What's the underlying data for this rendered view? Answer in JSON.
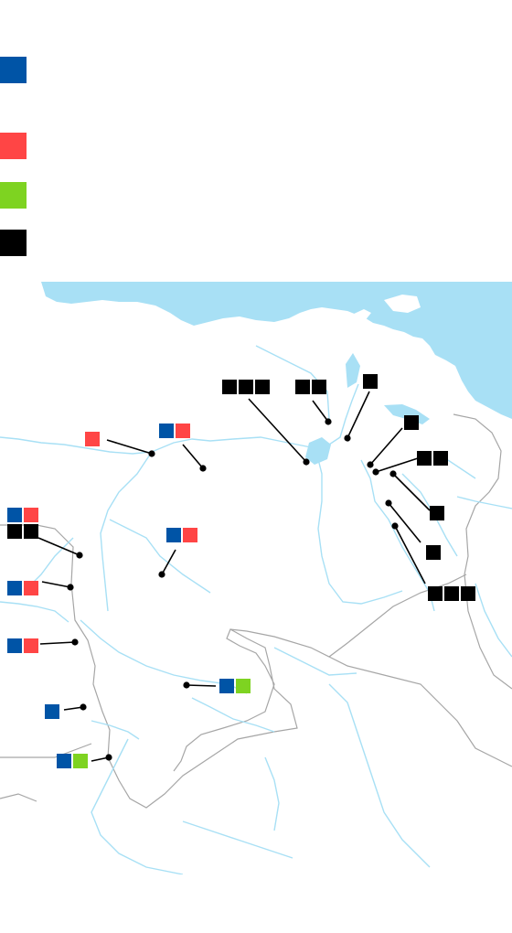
{
  "legend": {
    "items": [
      {
        "color": "#0054a6",
        "label": ""
      },
      {
        "color": "#ff4545",
        "label": ""
      },
      {
        "color": "#7ed321",
        "label": ""
      },
      {
        "color": "#000000",
        "label": ""
      }
    ]
  },
  "map": {
    "colors": {
      "sea": "#a8e0f5",
      "land": "#ffffff",
      "border": "#a6a6a6",
      "river": "#a8e0f5",
      "marker": "#000000",
      "leader": "#000000"
    },
    "markers": [
      {
        "id": "m1",
        "swatches": [
          "#000000",
          "#000000",
          "#000000"
        ]
      },
      {
        "id": "m2",
        "swatches": [
          "#000000",
          "#000000"
        ]
      },
      {
        "id": "m3",
        "swatches": [
          "#000000"
        ]
      },
      {
        "id": "m4",
        "swatches": [
          "#000000"
        ]
      },
      {
        "id": "m5",
        "swatches": [
          "#000000",
          "#000000"
        ]
      },
      {
        "id": "m6",
        "swatches": [
          "#000000"
        ]
      },
      {
        "id": "m7",
        "swatches": [
          "#000000"
        ]
      },
      {
        "id": "m8",
        "swatches": [
          "#000000",
          "#000000",
          "#000000"
        ]
      },
      {
        "id": "m9",
        "swatches": [
          "#ff4545"
        ]
      },
      {
        "id": "m10",
        "swatches": [
          "#0054a6",
          "#ff4545"
        ]
      },
      {
        "id": "m11",
        "swatches": [
          "#0054a6",
          "#ff4545"
        ]
      },
      {
        "id": "m12",
        "swatches": [
          "#0054a6",
          "#ff4545",
          "#000000",
          "#000000"
        ]
      },
      {
        "id": "m13",
        "swatches": [
          "#0054a6",
          "#ff4545"
        ]
      },
      {
        "id": "m14",
        "swatches": [
          "#0054a6",
          "#ff4545"
        ]
      },
      {
        "id": "m15",
        "swatches": [
          "#0054a6",
          "#7ed321"
        ]
      },
      {
        "id": "m16",
        "swatches": [
          "#0054a6"
        ]
      },
      {
        "id": "m17",
        "swatches": [
          "#0054a6",
          "#7ed321"
        ]
      }
    ]
  }
}
